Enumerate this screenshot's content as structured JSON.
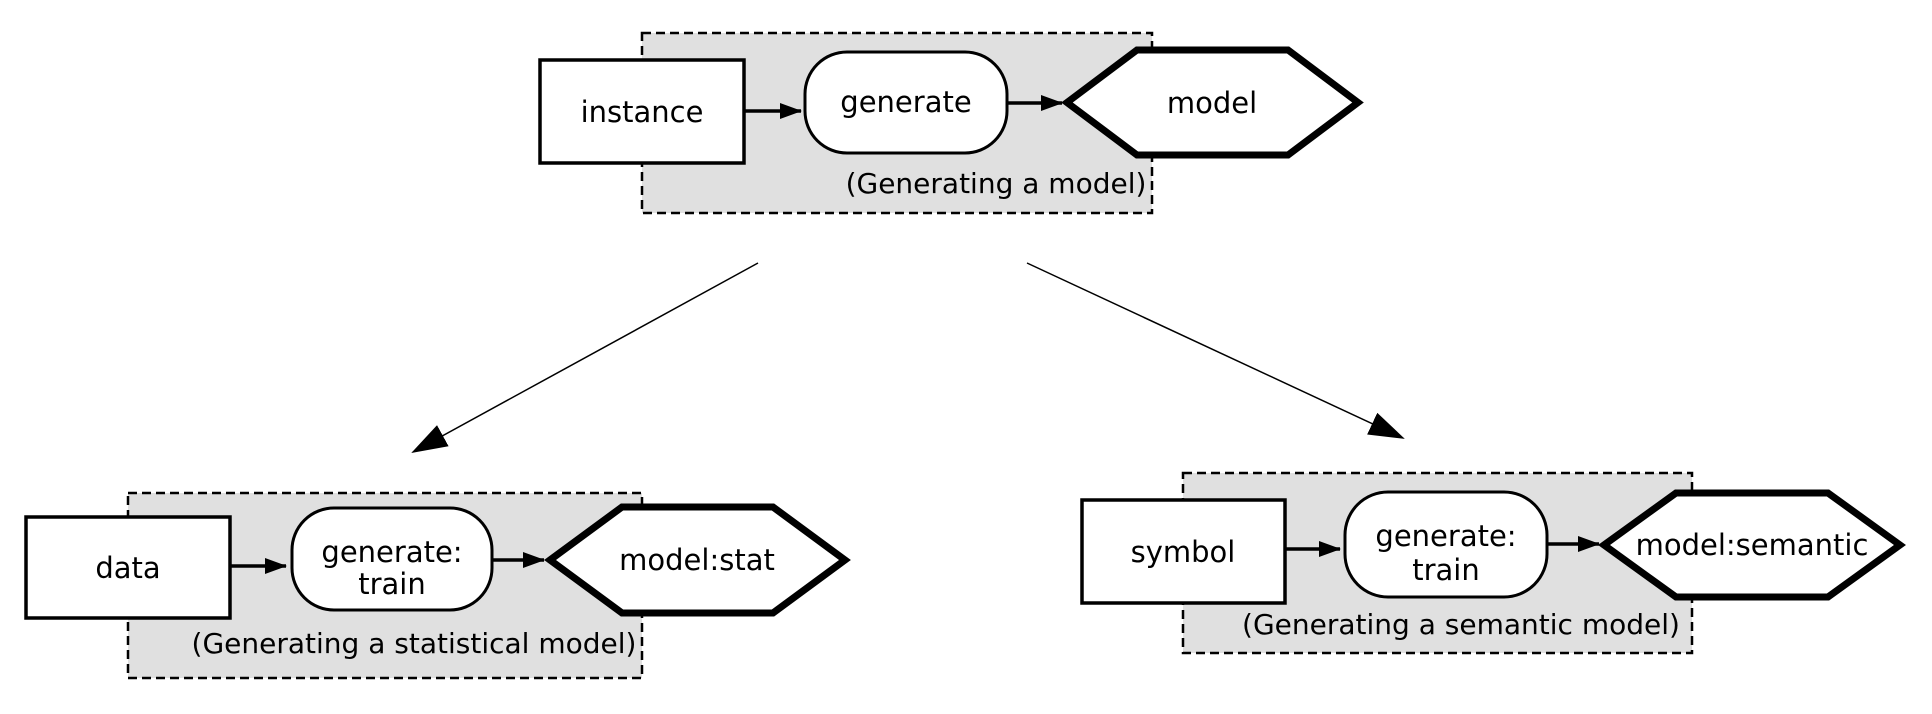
{
  "colors": {
    "group_fill": "#e0e0e0",
    "node_fill": "#ffffff",
    "stroke": "#000000"
  },
  "groups": [
    {
      "caption": "(Generating a model)",
      "input": "instance",
      "process_line1": "generate",
      "output": "model"
    },
    {
      "caption": "(Generating a statistical model)",
      "input": "data",
      "process_line1": "generate:",
      "process_line2": "train",
      "output": "model:stat"
    },
    {
      "caption": "(Generating a semantic model)",
      "input": "symbol",
      "process_line1": "generate:",
      "process_line2": "train",
      "output": "model:semantic"
    }
  ]
}
